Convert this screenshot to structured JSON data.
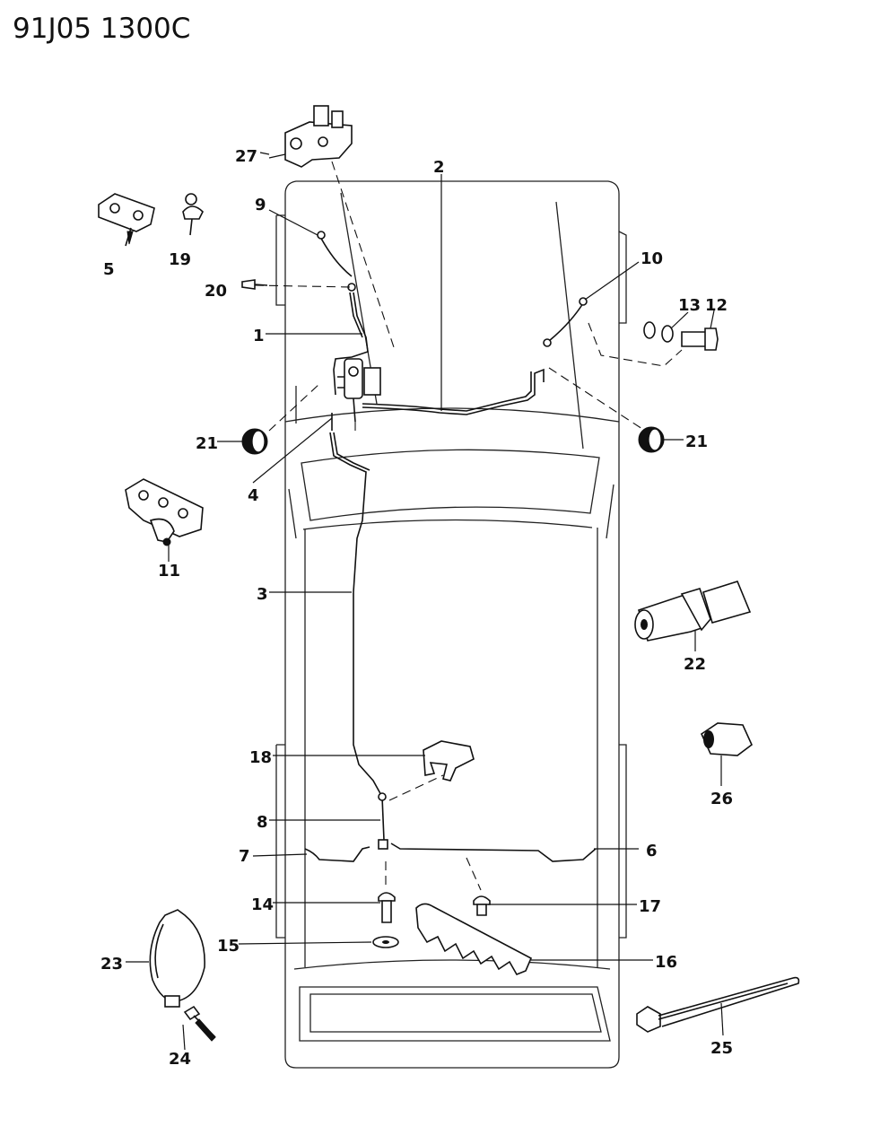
{
  "title": "91J05  1300C",
  "callouts": {
    "c1": "1",
    "c2": "2",
    "c3": "3",
    "c4": "4",
    "c5": "5",
    "c6": "6",
    "c7": "7",
    "c8": "8",
    "c9": "9",
    "c10": "10",
    "c11": "11",
    "c12": "12",
    "c13": "13",
    "c14": "14",
    "c15": "15",
    "c16": "16",
    "c17": "17",
    "c18": "18",
    "c19": "19",
    "c20": "20",
    "c21a": "21",
    "c21b": "21",
    "c22": "22",
    "c23": "23",
    "c24": "24",
    "c25": "25",
    "c26": "26",
    "c27": "27"
  }
}
